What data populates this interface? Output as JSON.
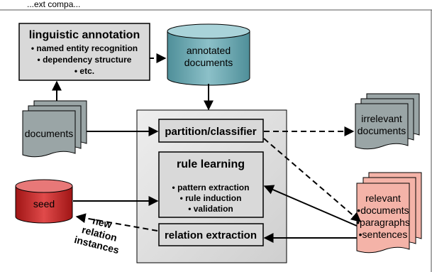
{
  "top_caption": "...ext compa...",
  "annotation": {
    "title": "linguistic annotation",
    "items": [
      "• named entity recognition",
      "• dependency structure",
      "• etc."
    ]
  },
  "annotated_docs": [
    "annotated",
    "documents"
  ],
  "documents": "documents",
  "seed": "seed",
  "partition": "partition/classifier",
  "rule_learning": {
    "title": "rule learning",
    "items": [
      "• pattern extraction",
      "• rule induction",
      "• validation"
    ]
  },
  "relation_extraction": "relation extraction",
  "new_instances": [
    "new",
    "relation",
    "instances"
  ],
  "irrelevant": [
    "irrelevant",
    "documents"
  ],
  "relevant": [
    "relevant",
    "•documents",
    "•paragraphs",
    "•sentences"
  ],
  "colors": {
    "gray_box": "#d9d9d9",
    "teal_db": "#6aa1ab",
    "doc_gray": "#9aa5a6",
    "red_db": "#c02020",
    "pink_doc": "#f4b3a8"
  }
}
